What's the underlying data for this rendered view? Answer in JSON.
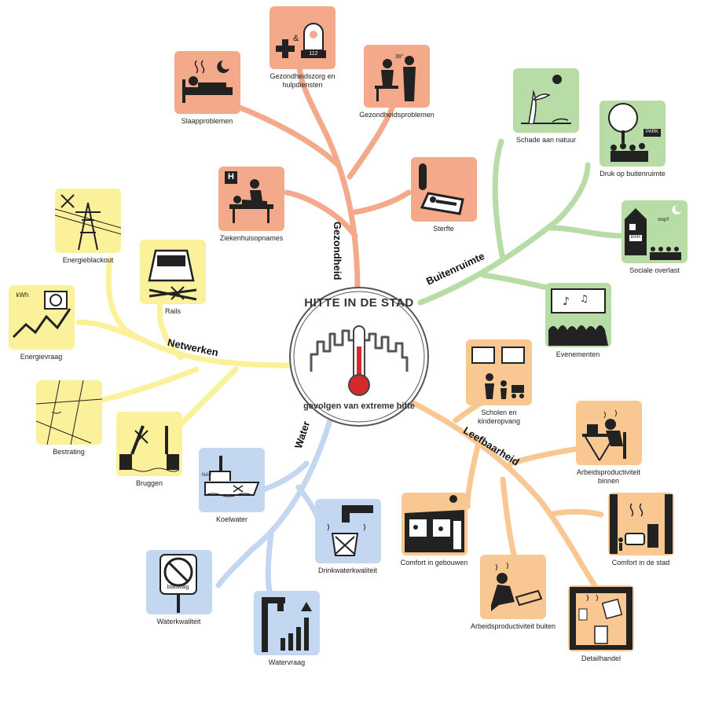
{
  "center": {
    "title": "HITTE IN DE STAD",
    "subtitle": "gevolgen van extreme hitte"
  },
  "branches": {
    "gezondheid": "Gezondheid",
    "buitenruimte": "Buitenruimte",
    "netwerken": "Netwerken",
    "water": "Water",
    "leefbaarheid": "Leefbaarheid"
  },
  "colors": {
    "gezondheid": "#f4a98b",
    "buitenruimte": "#b7dca5",
    "netwerken": "#fbf19a",
    "water": "#c3d8f0",
    "leefbaarheid": "#f9c792"
  },
  "nodes": {
    "slaapproblemen": "Slaapproblemen",
    "gezondheidszorg": "Gezondheidszorg en hulpdiensten",
    "gezondheidsproblemen": "Gezondheidsproblemen",
    "ziekenhuisopnames": "Ziekenhuisopnames",
    "sterfte": "Sterfte",
    "schade_natuur": "Schade aan natuur",
    "druk_buitenruimte": "Druk op buitenruimte",
    "sociale_overlast": "Sociale overlast",
    "evenementen": "Evenementen",
    "energieblackout": "Energieblackout",
    "rails": "Rails",
    "energievraag": "Energievraag",
    "bestrating": "Bestrating",
    "bruggen": "Bruggen",
    "koelwater": "Koelwater",
    "drinkwaterkwaliteit": "Drinkwaterkwaliteit",
    "waterkwaliteit": "Waterkwaliteit",
    "watervraag": "Watervraag",
    "scholen": "Scholen en kinderopvang",
    "arbeid_binnen": "Arbeidsproductiviteit binnen",
    "comfort_gebouwen": "Comfort in gebouwen",
    "comfort_stad": "Comfort in de stad",
    "arbeid_buiten": "Arbeidsproductiviteit buiten",
    "detailhandel": "Detailhandel"
  },
  "icon_text": {
    "emergency_number": "112",
    "hospital_letter": "H",
    "fever": "38°",
    "park_sign": "PARK",
    "bar_sign": "BAR",
    "stop_sign": "stop!!",
    "kwh": "kWh",
    "nap": "NAP",
    "blauwalg": "blauwalg"
  }
}
